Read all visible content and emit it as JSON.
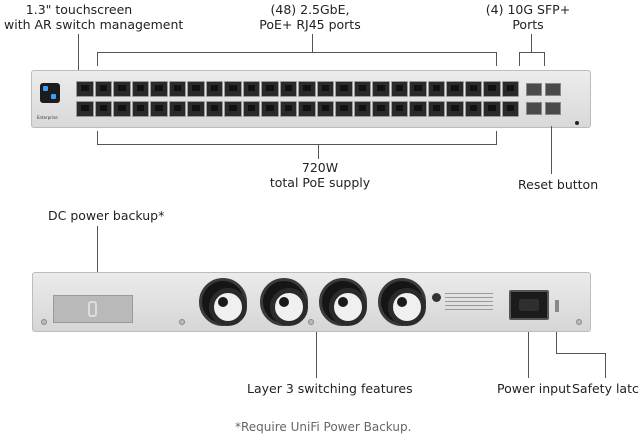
{
  "callouts": {
    "touchscreen": [
      "1.3\" touchscreen",
      "with AR switch management"
    ],
    "rj45": [
      "(48) 2.5GbE,",
      "PoE+ RJ45 ports"
    ],
    "sfp": [
      "(4) 10G SFP+",
      "Ports"
    ],
    "poe_supply": [
      "720W",
      "total PoE supply"
    ],
    "reset": "Reset button",
    "dc_backup": "DC power backup*",
    "layer3": "Layer 3 switching features",
    "power_input": "Power input",
    "safety_latch": "Safety latch"
  },
  "front_panel": {
    "brand": "Enterprise"
  },
  "footnote": "*Require UniFi Power Backup.",
  "colors": {
    "chassis": "#e2e2e2",
    "port": "#2a2a2a",
    "fan": "#151515",
    "touchscreen_accent": "#3aa0ff"
  }
}
